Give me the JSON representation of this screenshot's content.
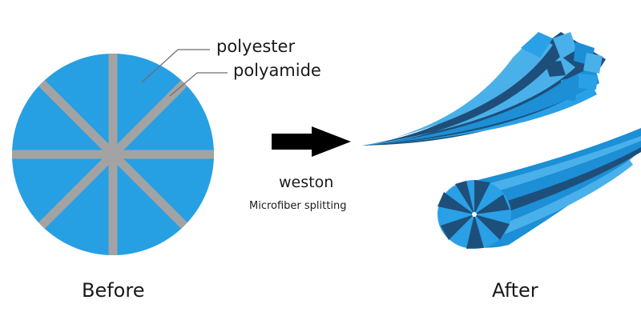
{
  "labels": {
    "polyester": "polyester",
    "polyamide": "polyamide",
    "brand": "weston",
    "process": "Microfiber splitting",
    "before": "Before",
    "after": "After"
  },
  "colors": {
    "segment_blue": "#279fe3",
    "divider_gray": "#a3a3a3",
    "fiber_light": "#4ab0ea",
    "fiber_mid": "#1c8fd6",
    "fiber_dark": "#1e4f7a",
    "arrow": "#000000"
  },
  "icons": {
    "arrow": "right-arrow-icon"
  }
}
